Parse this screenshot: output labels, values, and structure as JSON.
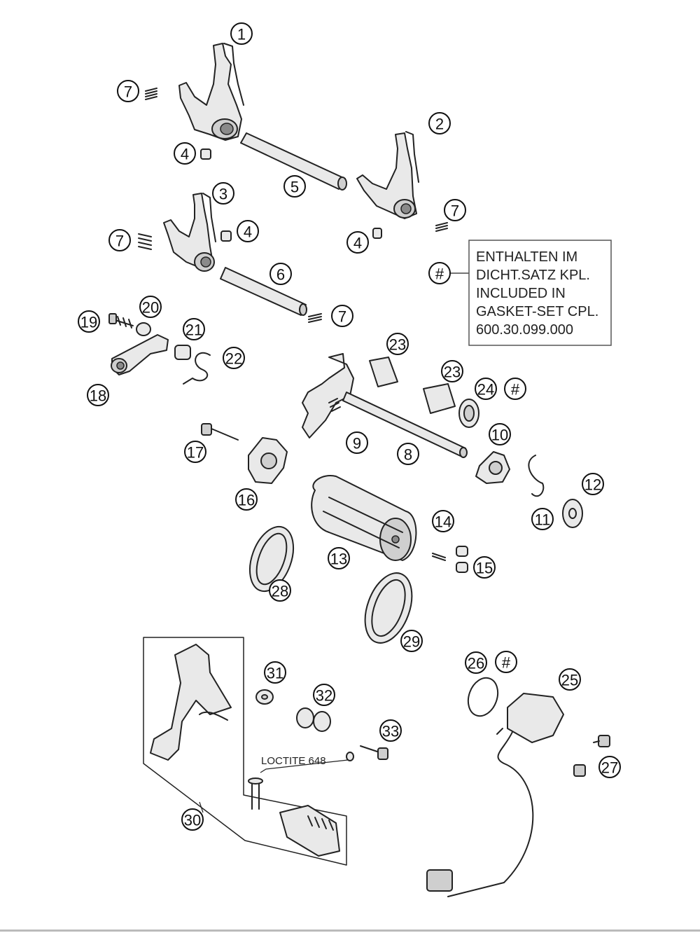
{
  "callouts": [
    {
      "id": "c1",
      "label": "1"
    },
    {
      "id": "c2",
      "label": "2"
    },
    {
      "id": "c3",
      "label": "3"
    },
    {
      "id": "c4a",
      "label": "4"
    },
    {
      "id": "c4b",
      "label": "4"
    },
    {
      "id": "c4c",
      "label": "4"
    },
    {
      "id": "c5",
      "label": "5"
    },
    {
      "id": "c6",
      "label": "6"
    },
    {
      "id": "c7a",
      "label": "7"
    },
    {
      "id": "c7b",
      "label": "7"
    },
    {
      "id": "c7c",
      "label": "7"
    },
    {
      "id": "c7d",
      "label": "7"
    },
    {
      "id": "c8",
      "label": "8"
    },
    {
      "id": "c9",
      "label": "9"
    },
    {
      "id": "c10",
      "label": "10"
    },
    {
      "id": "c11",
      "label": "11"
    },
    {
      "id": "c12",
      "label": "12"
    },
    {
      "id": "c13",
      "label": "13"
    },
    {
      "id": "c14",
      "label": "14"
    },
    {
      "id": "c15",
      "label": "15"
    },
    {
      "id": "c16",
      "label": "16"
    },
    {
      "id": "c17",
      "label": "17"
    },
    {
      "id": "c18",
      "label": "18"
    },
    {
      "id": "c19",
      "label": "19"
    },
    {
      "id": "c20",
      "label": "20"
    },
    {
      "id": "c21",
      "label": "21"
    },
    {
      "id": "c22",
      "label": "22"
    },
    {
      "id": "c23a",
      "label": "23"
    },
    {
      "id": "c23b",
      "label": "23"
    },
    {
      "id": "c24",
      "label": "24"
    },
    {
      "id": "c25",
      "label": "25"
    },
    {
      "id": "c26",
      "label": "26"
    },
    {
      "id": "c27",
      "label": "27"
    },
    {
      "id": "c28",
      "label": "28"
    },
    {
      "id": "c29",
      "label": "29"
    },
    {
      "id": "c30",
      "label": "30"
    },
    {
      "id": "c31",
      "label": "31"
    },
    {
      "id": "c32",
      "label": "32"
    },
    {
      "id": "c33",
      "label": "33"
    },
    {
      "id": "h1",
      "label": "#"
    },
    {
      "id": "h2",
      "label": "#"
    },
    {
      "id": "h3",
      "label": "#"
    }
  ],
  "note": {
    "lines": [
      "ENTHALTEN IM",
      "DICHT.SATZ KPL.",
      "INCLUDED IN",
      "GASKET-SET CPL.",
      "600.30.099.000"
    ]
  },
  "loctite_label": "LOCTITE 648"
}
